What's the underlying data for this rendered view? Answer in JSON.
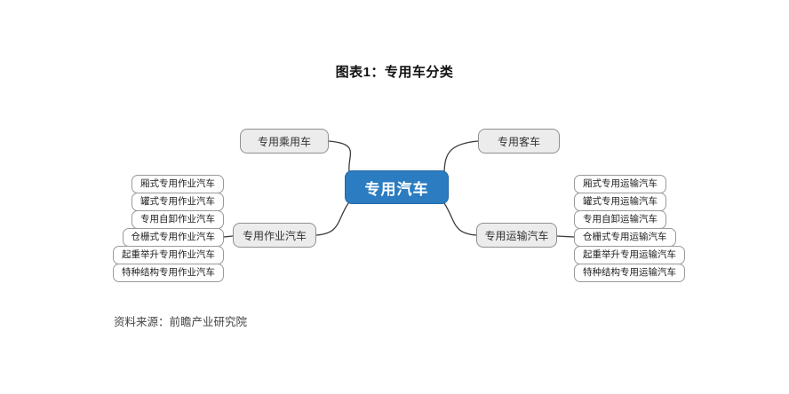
{
  "title": "图表1：专用车分类",
  "source": "资料来源：前瞻产业研究院",
  "colors": {
    "center_bg": "#2b7cc1",
    "center_border": "#2268a6",
    "node_bg": "#ececec",
    "node_border": "#8f8f8f",
    "leaf_border": "#9a9a9a",
    "line": "#3c3c3c"
  },
  "mindmap": {
    "center": "专用汽车",
    "branches": {
      "top_left": "专用乘用车",
      "top_right": "专用客车",
      "left": "专用作业汽车",
      "right": "专用运输汽车"
    },
    "left_items": [
      "厢式专用作业汽车",
      "罐式专用作业汽车",
      "专用自卸作业汽车",
      "仓栅式专用作业汽车",
      "起重举升专用作业汽车",
      "特种结构专用作业汽车"
    ],
    "right_items": [
      "厢式专用运输汽车",
      "罐式专用运输汽车",
      "专用自卸运输汽车",
      "仓栅式专用运输汽车",
      "起重举升专用运输汽车",
      "特种结构专用运输汽车"
    ]
  }
}
